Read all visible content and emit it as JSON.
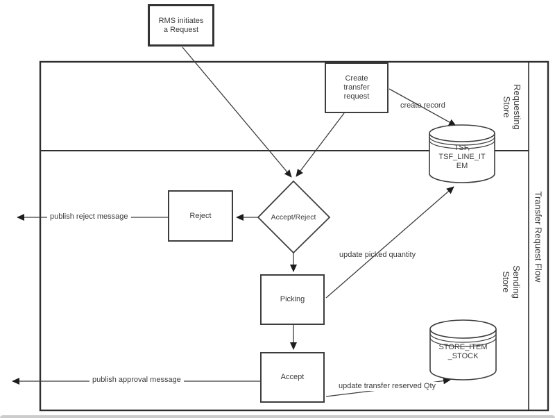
{
  "diagram": {
    "band_title": "Transfer Request Flow",
    "lanes": {
      "requesting": "Requesting\nStore",
      "sending": "Sending\nStore"
    },
    "nodes": {
      "rms_start": "RMS initiates\na Request",
      "create_transfer_request": "Create\ntransfer\nrequest",
      "decision": "Accept/Reject",
      "reject": "Reject",
      "picking": "Picking",
      "accept": "Accept",
      "tsf_database": "TSF,\nTSF_LINE_IT\nEM",
      "store_item_stock_database": "STORE_ITEM\n_STOCK"
    },
    "edge_labels": {
      "create_record": "create record",
      "publish_reject_message": "publish reject message",
      "update_picked_quantity": "update picked quantity",
      "publish_approval_message": "publish approval message",
      "update_transfer_reserved_qty": "update transfer reserved Qty"
    },
    "colors": {
      "line": "#3b3b3b",
      "node_border": "#3d3d3d",
      "background": "#ffffff"
    }
  }
}
